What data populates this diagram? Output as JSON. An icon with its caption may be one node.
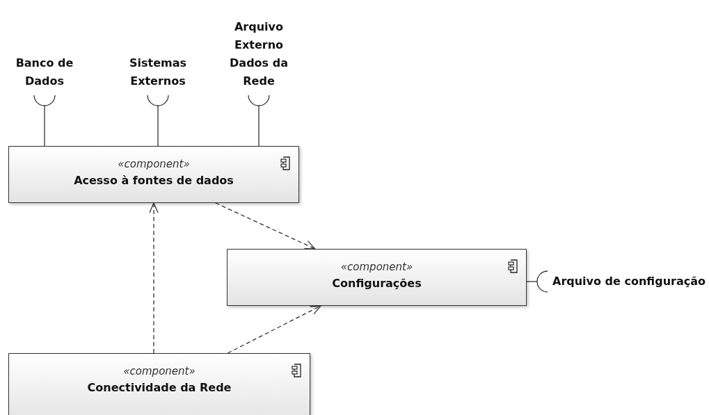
{
  "diagram": {
    "nodes": [
      {
        "text": [
          "Banco de Dados"
        ]
      },
      {
        "text": [
          "Sistemas Externos"
        ]
      },
      {
        "text": [
          "Arquivo Externo Dados da Rede"
        ]
      },
      {
        "text": [
          "«component»",
          "Acesso à fontes de dados"
        ]
      },
      {
        "text": [
          "«component»",
          "Configurações"
        ]
      },
      {
        "text": [
          "Arquivo de configuração"
        ]
      },
      {
        "text": [
          "«component»",
          "Conectividade da Rede"
        ]
      }
    ],
    "edges": [
      {
        "from": 3,
        "to": 0,
        "arrow": "other"
      },
      {
        "from": 3,
        "to": 1,
        "arrow": "other"
      },
      {
        "from": 3,
        "to": 2,
        "arrow": "other"
      },
      {
        "from": 3,
        "to": 4,
        "arrow": "to",
        "style": "dashed"
      },
      {
        "from": 4,
        "to": 5,
        "arrow": "other"
      },
      {
        "from": 6,
        "to": 3,
        "arrow": "to",
        "style": "dashed"
      },
      {
        "from": 6,
        "to": 4,
        "arrow": "to",
        "style": "dashed"
      }
    ]
  }
}
